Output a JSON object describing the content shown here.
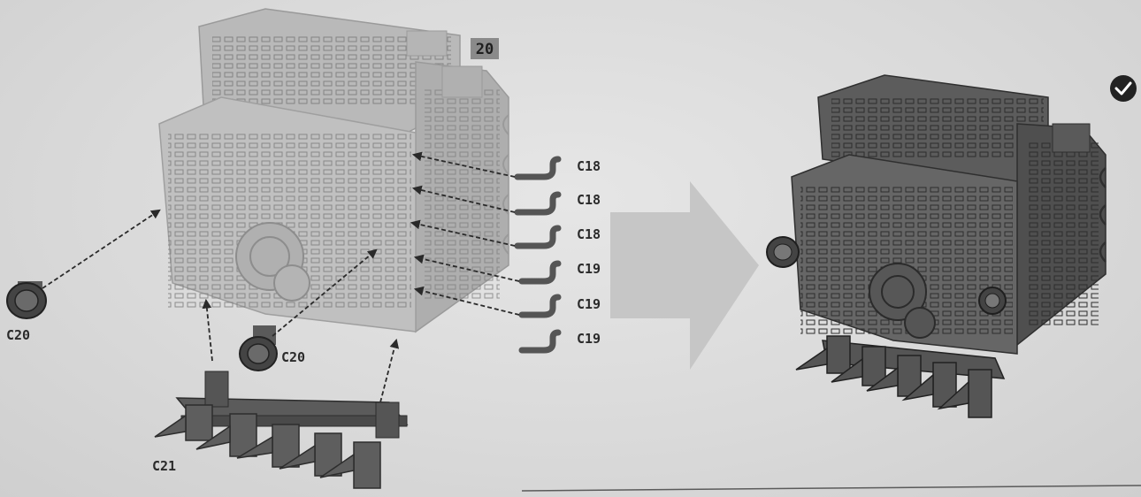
{
  "step": {
    "number": "20"
  },
  "parts": {
    "c18_a": "C18",
    "c18_b": "C18",
    "c18_c": "C18",
    "c19_a": "C19",
    "c19_b": "C19",
    "c19_c": "C19",
    "c20_left": "C20",
    "c20_center": "C20",
    "c21": "C21"
  },
  "status": {
    "check_icon": "checkmark-icon"
  },
  "colors": {
    "part_dark": "#3e3e3e",
    "part_mid": "#6a6a6a",
    "part_light": "#9a9a9a",
    "ghost": "#b3b3b3",
    "arrow": "#c4c4c4"
  }
}
